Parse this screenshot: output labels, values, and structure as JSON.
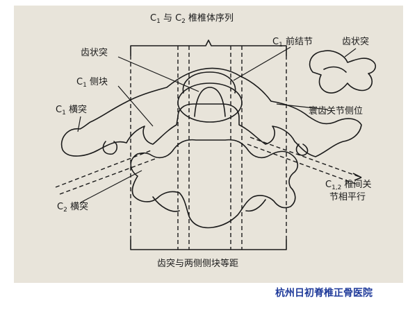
{
  "diagram": {
    "title": {
      "c1": "C",
      "c1_sub": "1",
      "mid": " 与 C",
      "c2_sub": "2",
      "rest": " 椎椎体序列"
    },
    "labels": {
      "dens_left": "齿状突",
      "c1_lateral_mass_prefix": "C",
      "c1_lateral_mass_sub": "1",
      "c1_lateral_mass": " 侧块",
      "c1_transverse_prefix": "C",
      "c1_transverse_sub": "1",
      "c1_transverse": " 横突",
      "c1_anterior_tubercle_prefix": "C",
      "c1_anterior_tubercle_sub": "1",
      "c1_anterior_tubercle": " 前结节",
      "dens_right": "齿状突",
      "atlanto_dens_joint": "寰齿关节侧位",
      "c12_facet_prefix": "C",
      "c12_facet_sub": "1,2",
      "c12_facet_line1": " 椎间关",
      "c12_facet_line2": "节相平行",
      "c2_transverse_prefix": "C",
      "c2_transverse_sub": "2",
      "c2_transverse": " 横突",
      "bottom_caption": "齿突与两侧侧块等距"
    }
  },
  "footer": {
    "hospital": "杭州日初脊椎正骨医院"
  },
  "colors": {
    "figure_background": "#e8e4da",
    "line": "#1a1a1a",
    "hospital_text": "#1f3a9a"
  }
}
